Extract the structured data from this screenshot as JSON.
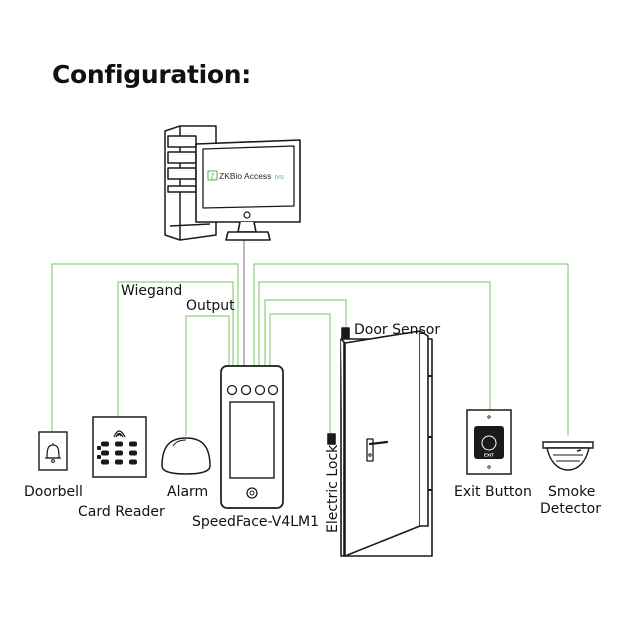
{
  "title": "Configuration:",
  "software": {
    "brand": "ZKBio Access",
    "suffix": "IVS"
  },
  "labels": {
    "wiegand": "Wiegand",
    "output": "Output",
    "door_sensor": "Door Sensor",
    "doorbell": "Doorbell",
    "card_reader": "Card Reader",
    "alarm": "Alarm",
    "device": "SpeedFace-V4LM1",
    "electric_lock": "Electric Lock",
    "exit_button": "Exit Button",
    "smoke_detector": [
      "Smoke",
      "Detector"
    ]
  },
  "colors": {
    "wire": "#8dd07d",
    "line": "#1a1a1a",
    "brand_green": "#4caf50"
  },
  "icons": [
    "bell-icon",
    "keypad-icon",
    "fingerprint-icon",
    "exit-icon"
  ]
}
